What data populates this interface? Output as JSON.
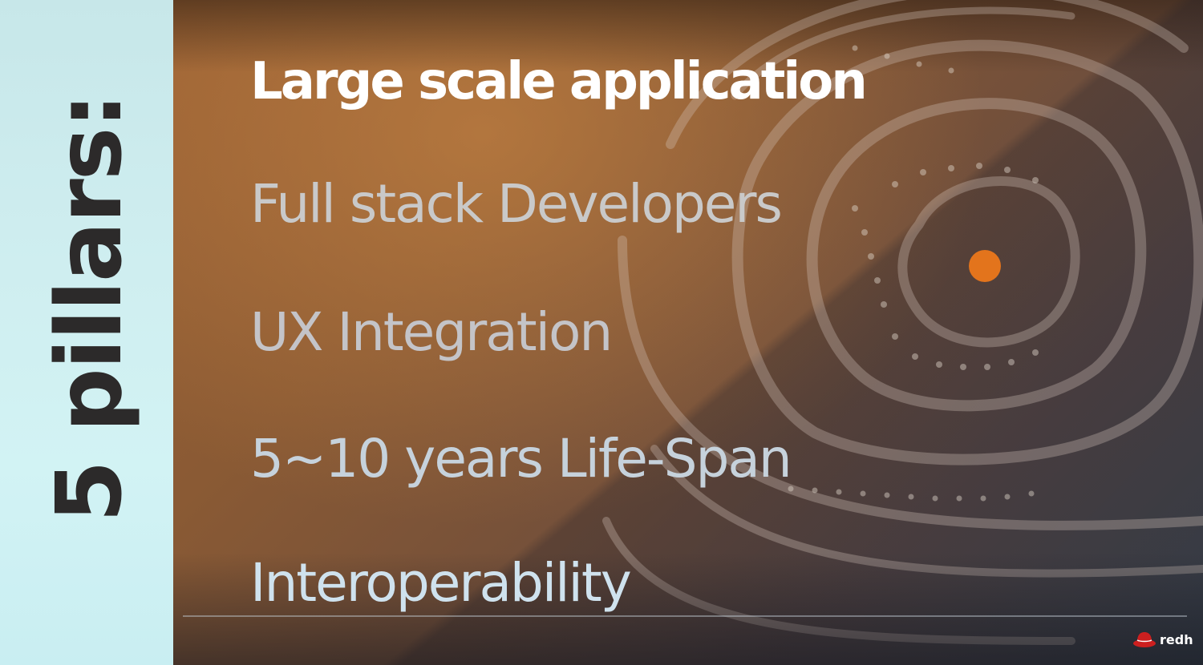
{
  "sidebar": {
    "title": "5 pillars:"
  },
  "pillars": [
    {
      "label": "Large scale application",
      "emphasis": "highlighted"
    },
    {
      "label": "Full stack Developers",
      "emphasis": "normal"
    },
    {
      "label": "UX Integration",
      "emphasis": "normal"
    },
    {
      "label": "5~10  years Life-Span",
      "emphasis": "normal"
    },
    {
      "label": "Interoperability",
      "emphasis": "normal"
    }
  ],
  "footer": {
    "logo_text": "redh",
    "logo_icon": "red-hat-icon"
  },
  "colors": {
    "sidebar_background": "#cfeef0",
    "sidebar_text": "#2c2a2a",
    "slide_background": "#8a5a34",
    "highlight_text": "#ffffff",
    "normal_text": "#c9c9c9",
    "target_center": "#e3741c",
    "logo_red": "#cc1f1f"
  }
}
